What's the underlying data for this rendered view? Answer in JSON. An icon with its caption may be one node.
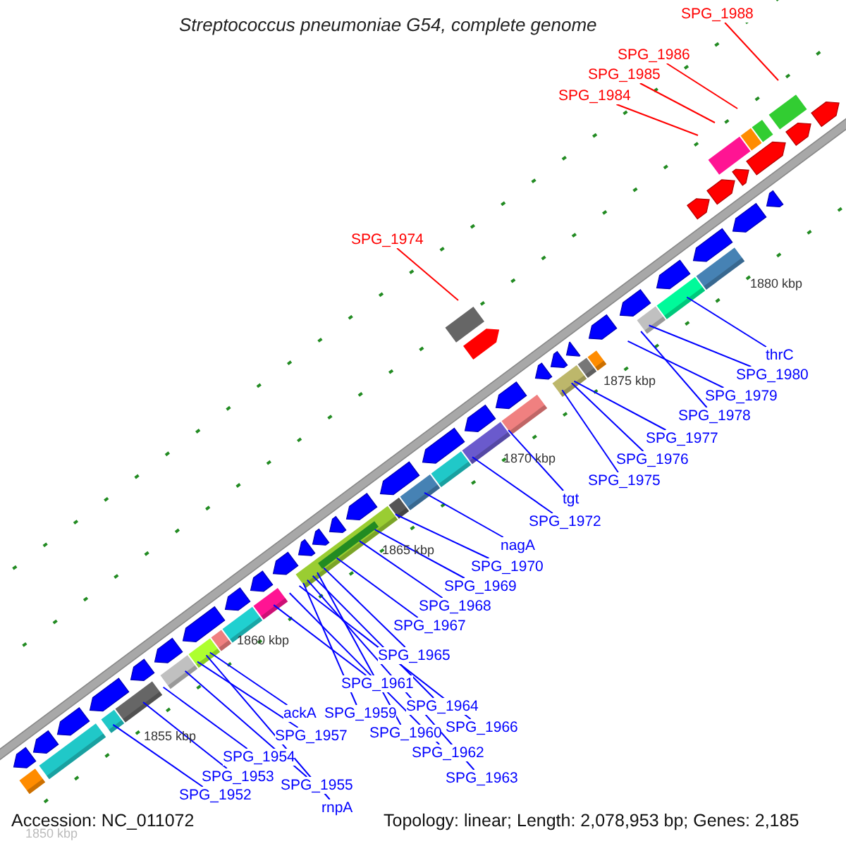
{
  "diagram": {
    "title": "Streptococcus pneumoniae G54, complete genome",
    "nodes": [
      {
        "text": [
          "SPG_1988"
        ]
      },
      {
        "text": [
          "SPG_1986"
        ]
      },
      {
        "text": [
          "SPG_1985"
        ]
      },
      {
        "text": [
          "SPG_1984"
        ]
      },
      {
        "text": [
          "SPG_1974"
        ]
      },
      {
        "text": [
          "thrC"
        ]
      },
      {
        "text": [
          "SPG_1980"
        ]
      },
      {
        "text": [
          "SPG_1979"
        ]
      },
      {
        "text": [
          "SPG_1978"
        ]
      },
      {
        "text": [
          "SPG_1977"
        ]
      },
      {
        "text": [
          "SPG_1976"
        ]
      },
      {
        "text": [
          "SPG_1975"
        ]
      },
      {
        "text": [
          "tgt"
        ]
      },
      {
        "text": [
          "SPG_1972"
        ]
      },
      {
        "text": [
          "nagA"
        ]
      },
      {
        "text": [
          "SPG_1970"
        ]
      },
      {
        "text": [
          "SPG_1969"
        ]
      },
      {
        "text": [
          "SPG_1968"
        ]
      },
      {
        "text": [
          "SPG_1967"
        ]
      },
      {
        "text": [
          "SPG_1965"
        ]
      },
      {
        "text": [
          "SPG_1961"
        ]
      },
      {
        "text": [
          "SPG_1964"
        ]
      },
      {
        "text": [
          "SPG_1959"
        ]
      },
      {
        "text": [
          "ackA"
        ]
      },
      {
        "text": [
          "SPG_1966"
        ]
      },
      {
        "text": [
          "SPG_1960"
        ]
      },
      {
        "text": [
          "SPG_1957"
        ]
      },
      {
        "text": [
          "SPG_1962"
        ]
      },
      {
        "text": [
          "SPG_1954"
        ]
      },
      {
        "text": [
          "SPG_1953"
        ]
      },
      {
        "text": [
          "SPG_1963"
        ]
      },
      {
        "text": [
          "SPG_1955"
        ]
      },
      {
        "text": [
          "SPG_1952"
        ]
      },
      {
        "text": [
          "rnpA"
        ]
      }
    ],
    "edges": [
      {
        "from": 0,
        "to": null,
        "arrow": "none",
        "color": "#ff0000"
      },
      {
        "from": 1,
        "to": null,
        "arrow": "none",
        "color": "#ff0000"
      },
      {
        "from": 2,
        "to": null,
        "arrow": "none",
        "color": "#ff0000"
      },
      {
        "from": 3,
        "to": null,
        "arrow": "none",
        "color": "#ff0000"
      },
      {
        "from": 4,
        "to": null,
        "arrow": "none",
        "color": "#ff0000"
      },
      {
        "from": 5,
        "to": null,
        "arrow": "none"
      },
      {
        "from": 6,
        "to": null,
        "arrow": "none"
      },
      {
        "from": 7,
        "to": null,
        "arrow": "none"
      },
      {
        "from": 8,
        "to": null,
        "arrow": "none"
      },
      {
        "from": 9,
        "to": null,
        "arrow": "none"
      },
      {
        "from": 10,
        "to": null,
        "arrow": "none"
      },
      {
        "from": 11,
        "to": null,
        "arrow": "none"
      },
      {
        "from": 12,
        "to": null,
        "arrow": "none"
      },
      {
        "from": 13,
        "to": null,
        "arrow": "none"
      },
      {
        "from": 14,
        "to": null,
        "arrow": "none"
      },
      {
        "from": 15,
        "to": null,
        "arrow": "none"
      },
      {
        "from": 16,
        "to": null,
        "arrow": "none"
      },
      {
        "from": 17,
        "to": null,
        "arrow": "none"
      },
      {
        "from": 18,
        "to": null,
        "arrow": "none"
      },
      {
        "from": 19,
        "to": null,
        "arrow": "none"
      },
      {
        "from": 20,
        "to": null,
        "arrow": "none"
      },
      {
        "from": 21,
        "to": null,
        "arrow": "none"
      },
      {
        "from": 22,
        "to": null,
        "arrow": "none"
      },
      {
        "from": 23,
        "to": null,
        "arrow": "none"
      },
      {
        "from": 24,
        "to": null,
        "arrow": "none"
      },
      {
        "from": 25,
        "to": null,
        "arrow": "none"
      },
      {
        "from": 26,
        "to": null,
        "arrow": "none"
      },
      {
        "from": 27,
        "to": null,
        "arrow": "none"
      },
      {
        "from": 28,
        "to": null,
        "arrow": "none"
      },
      {
        "from": 29,
        "to": null,
        "arrow": "none"
      },
      {
        "from": 30,
        "to": null,
        "arrow": "none"
      },
      {
        "from": 31,
        "to": null,
        "arrow": "none"
      },
      {
        "from": 32,
        "to": null,
        "arrow": "none"
      },
      {
        "from": 33,
        "to": null,
        "arrow": "none"
      }
    ],
    "labels": [
      "1880 kbp",
      "1875 kbp",
      "1870 kbp",
      "1865 kbp",
      "1860 kbp",
      "1855 kbp",
      "Accession: NC_011072",
      "Topology: linear; Length: 2,078,953 bp; Genes: 2,185",
      "1850 kbp"
    ]
  }
}
